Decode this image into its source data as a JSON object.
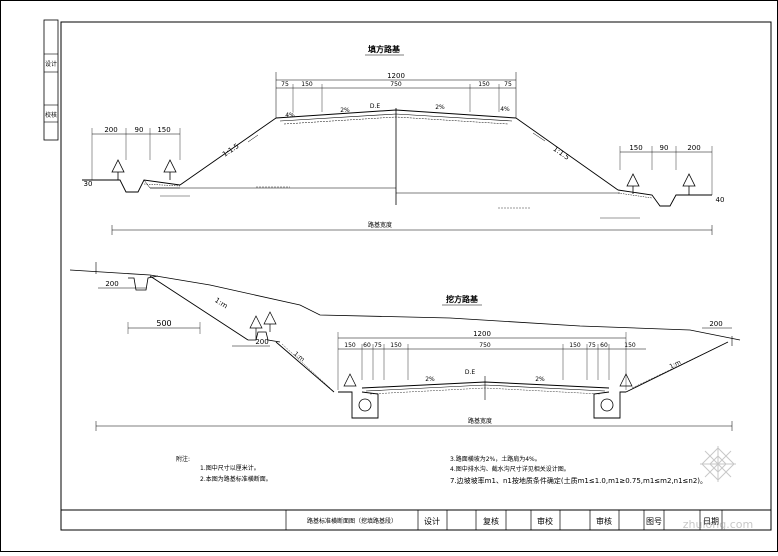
{
  "fill_section": {
    "title": "填方路基",
    "dims_top": {
      "total": "1200",
      "left_a": "75",
      "left_b": "150",
      "center": "750",
      "right_b": "150",
      "right_a": "75"
    },
    "slope_left": "1:1.5",
    "slope_right": "1:1.5",
    "crown_label": "D.E",
    "crossfall": "2%",
    "shoulder_fall": "4%",
    "ditch_dims_left": [
      "200",
      "90",
      "150"
    ],
    "ditch_dims_right": [
      "150",
      "90",
      "200"
    ],
    "height_left": "30",
    "height_right": "40",
    "width_label": "路基宽度"
  },
  "cut_section": {
    "title": "挖方路基",
    "dims_top": {
      "total": "1200",
      "a": "150",
      "b": "60",
      "c": "75",
      "d": "150",
      "center": "750",
      "e": "150",
      "f": "75",
      "g": "60",
      "h": "150"
    },
    "platform_width": "500",
    "step_width": "200",
    "top_right_width": "200",
    "slope_label": "1:m",
    "crown_label": "D.E",
    "crossfall": "2%",
    "width_label": "路基宽度"
  },
  "notes": {
    "heading": "附注:",
    "items": [
      "1.图中尺寸以厘米计。",
      "2.本图为路基标准横断面。",
      "3.路面横坡为2%，土路肩为4%。",
      "4.图中排水沟、截水沟尺寸详见相关设计图。",
      "7.边坡坡率m1、n1按地质条件确定(土质m1≤1.0,m1≥0.75,m1≤m2,n1≤n2)。"
    ]
  },
  "title_block": {
    "drawing_title": "路基标准横断面图（挖填路基段）",
    "design": "设计",
    "check": "复核",
    "review": "审校",
    "approve": "审核",
    "drawing_no": "图号",
    "date": "日期"
  },
  "left_strip": {
    "top": "设计",
    "bottom": "校核"
  },
  "watermark": "zhulong.com"
}
